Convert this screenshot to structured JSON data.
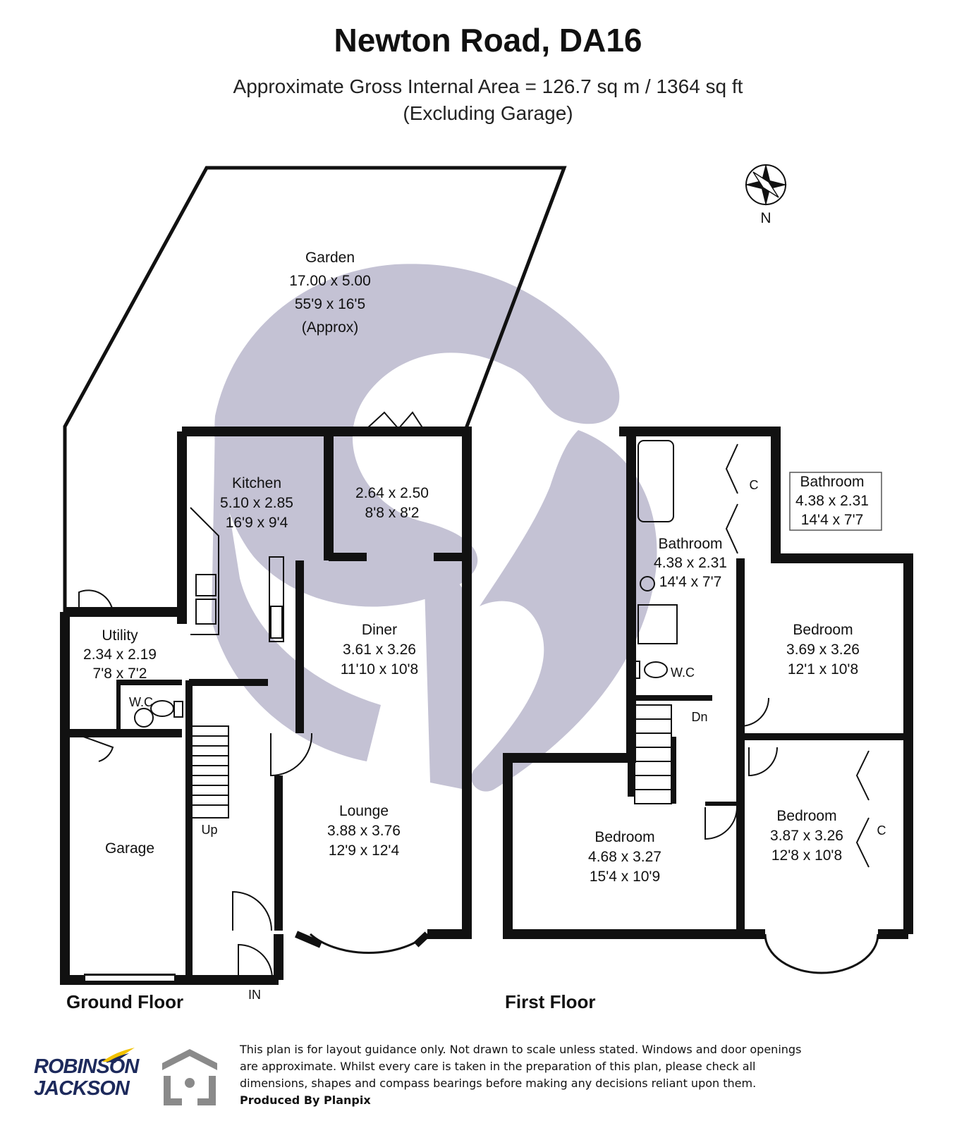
{
  "title": "Newton Road, DA16",
  "area_line": "Approximate Gross Internal Area = 126.7 sq m / 1364 sq ft",
  "area_note": "(Excluding Garage)",
  "compass_label": "N",
  "ground": {
    "label": "Ground Floor",
    "garden": {
      "name": "Garden",
      "metric": "17.00 x 5.00",
      "imperial": "55'9 x 16'5",
      "note": "(Approx)"
    },
    "kitchen": {
      "name": "Kitchen",
      "metric": "5.10 x 2.85",
      "imperial": "16'9 x 9'4"
    },
    "room": {
      "metric": "2.64 x 2.50",
      "imperial": "8'8 x 8'2"
    },
    "diner": {
      "name": "Diner",
      "metric": "3.61 x 3.26",
      "imperial": "11'10 x 10'8"
    },
    "utility": {
      "name": "Utility",
      "metric": "2.34 x 2.19",
      "imperial": "7'8 x 7'2"
    },
    "wc": "W.C",
    "lounge": {
      "name": "Lounge",
      "metric": "3.88 x 3.76",
      "imperial": "12'9 x 12'4"
    },
    "garage": "Garage",
    "up": "Up",
    "in": "IN"
  },
  "first": {
    "label": "First Floor",
    "bathroom_callout": {
      "name": "Bathroom",
      "metric": "4.38 x 2.31",
      "imperial": "14'4 x 7'7"
    },
    "bathroom": {
      "name": "Bathroom",
      "metric": "4.38 x 2.31",
      "imperial": "14'4 x 7'7"
    },
    "cupboard": "C",
    "wc": "W.C",
    "dn": "Dn",
    "bedroom1": {
      "name": "Bedroom",
      "metric": "3.69 x 3.26",
      "imperial": "12'1 x 10'8"
    },
    "bedroom2": {
      "name": "Bedroom",
      "metric": "4.68 x 3.27",
      "imperial": "15'4 x 10'9"
    },
    "bedroom3": {
      "name": "Bedroom",
      "metric": "3.87 x 3.26",
      "imperial": "12'8 x 10'8"
    },
    "cupboard2": "C"
  },
  "disclaimer": {
    "line1": "This plan is for layout guidance only. Not drawn to scale unless stated. Windows and door openings",
    "line2": "are approximate. Whilst every care is taken in the preparation of this plan, please check all",
    "line3": "dimensions, shapes and compass bearings before making any decisions reliant upon them.",
    "produced": "Produced By Planpix"
  },
  "logo": {
    "line1": "ROBINSON",
    "line2": "JACKSON"
  },
  "colors": {
    "wall": "#111111",
    "watermark": "#c4c2d4",
    "logo_navy": "#1d2a5c",
    "logo_gold": "#f2c200",
    "planpix_grey": "#8a8a8a"
  }
}
